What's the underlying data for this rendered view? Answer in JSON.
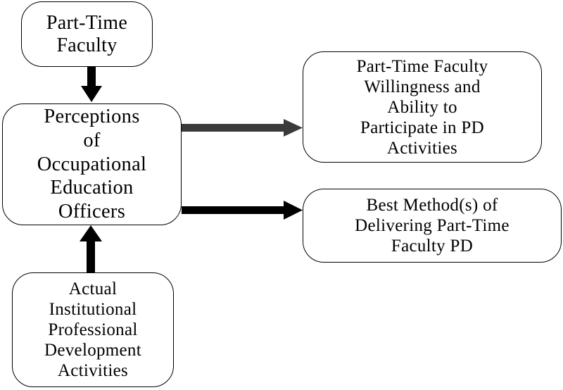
{
  "nodes": {
    "part_time_faculty": "Part-Time\nFaculty",
    "perceptions": "Perceptions\nof\nOccupational\nEducation\nOfficers",
    "actual_activities": "Actual\nInstitutional\nProfessional\nDevelopment\nActivities",
    "willingness": "Part-Time Faculty\nWillingness and\nAbility to\nParticipate in PD\nActivities",
    "best_methods": "Best Method(s) of\nDelivering Part-Time\nFaculty PD"
  },
  "colors": {
    "arrow_dark": "#000000",
    "arrow_gray": "#3a3a3a",
    "border": "#000000"
  }
}
